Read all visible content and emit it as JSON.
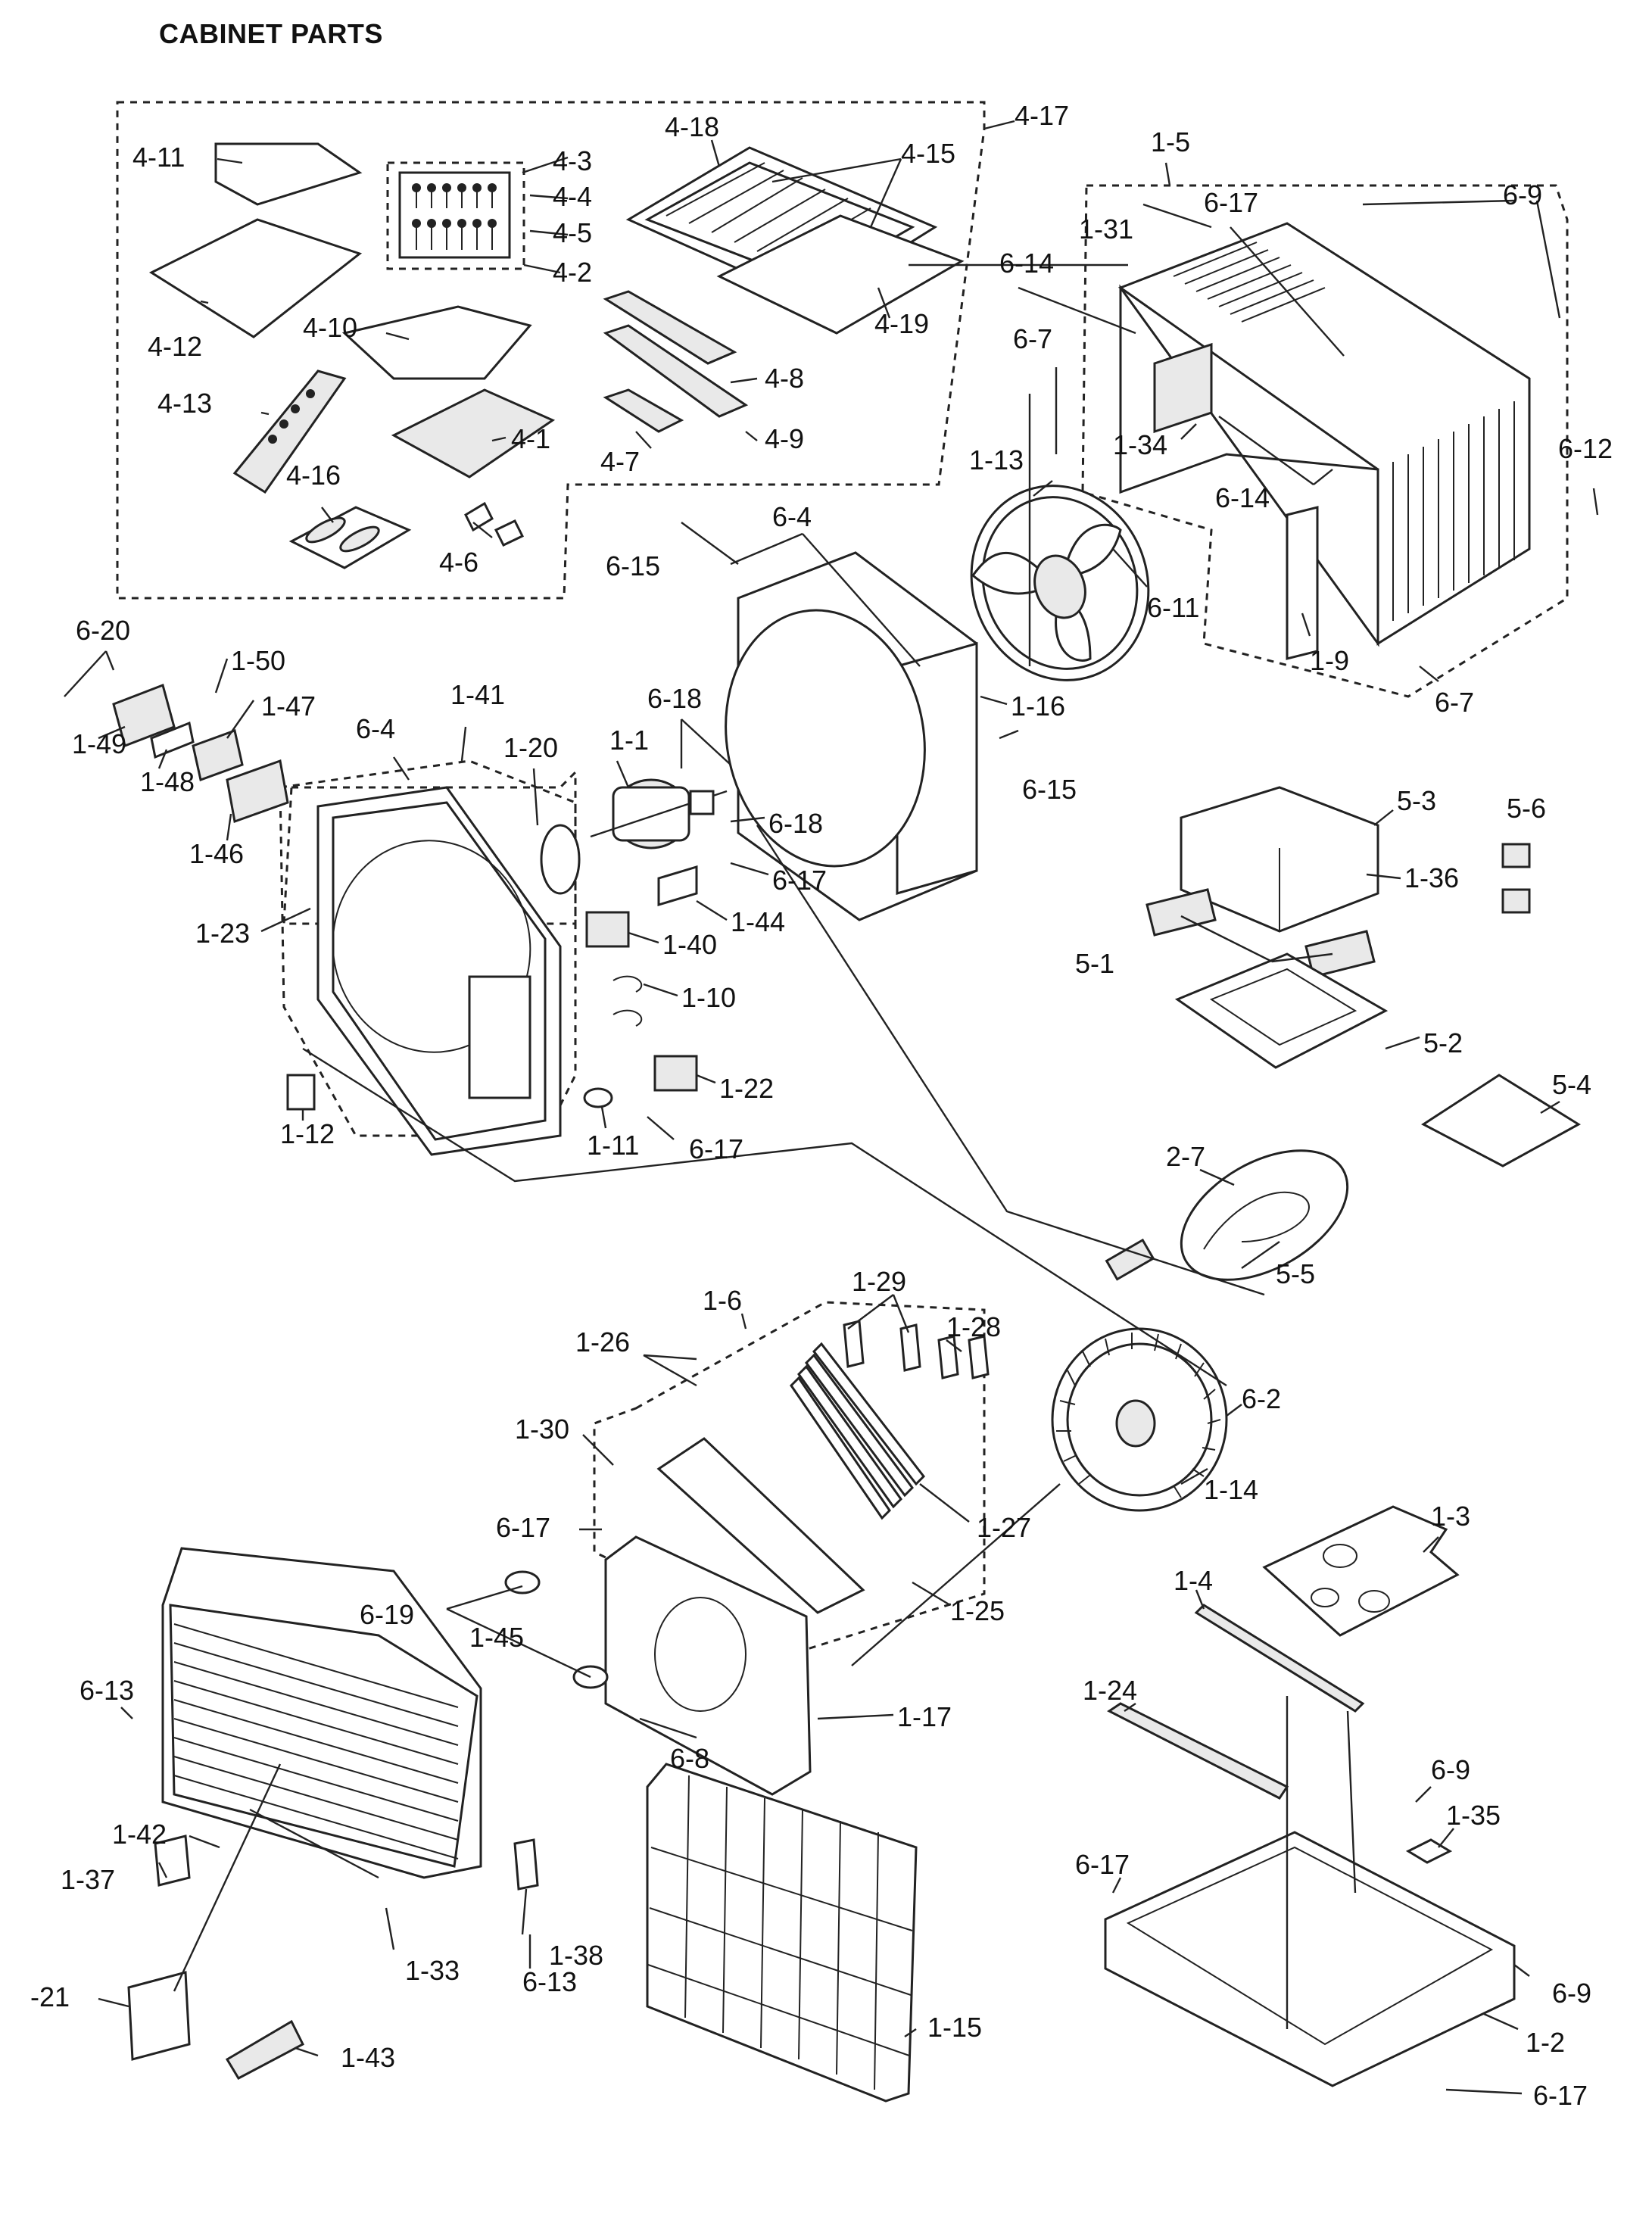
{
  "title": "CABINET PARTS",
  "labels": [
    {
      "id": "4-11",
      "text": "4-11"
    },
    {
      "id": "4-12",
      "text": "4-12"
    },
    {
      "id": "4-13",
      "text": "4-13"
    },
    {
      "id": "4-10",
      "text": "4-10"
    },
    {
      "id": "4-1",
      "text": "4-1"
    },
    {
      "id": "4-16",
      "text": "4-16"
    },
    {
      "id": "4-6",
      "text": "4-6"
    },
    {
      "id": "4-3",
      "text": "4-3"
    },
    {
      "id": "4-4",
      "text": "4-4"
    },
    {
      "id": "4-5",
      "text": "4-5"
    },
    {
      "id": "4-2",
      "text": "4-2"
    },
    {
      "id": "4-18",
      "text": "4-18"
    },
    {
      "id": "4-15",
      "text": "4-15"
    },
    {
      "id": "4-17",
      "text": "4-17"
    },
    {
      "id": "4-19",
      "text": "4-19"
    },
    {
      "id": "4-8",
      "text": "4-8"
    },
    {
      "id": "4-9",
      "text": "4-9"
    },
    {
      "id": "4-7",
      "text": "4-7"
    },
    {
      "id": "1-5",
      "text": "1-5"
    },
    {
      "id": "6-9a",
      "text": "6-9"
    },
    {
      "id": "6-17a",
      "text": "6-17"
    },
    {
      "id": "1-31",
      "text": "1-31"
    },
    {
      "id": "6-14a",
      "text": "6-14"
    },
    {
      "id": "6-7a",
      "text": "6-7"
    },
    {
      "id": "1-34",
      "text": "1-34"
    },
    {
      "id": "6-14b",
      "text": "6-14"
    },
    {
      "id": "6-12",
      "text": "6-12"
    },
    {
      "id": "1-13",
      "text": "1-13"
    },
    {
      "id": "1-9",
      "text": "1-9"
    },
    {
      "id": "6-7b",
      "text": "6-7"
    },
    {
      "id": "6-15a",
      "text": "6-15"
    },
    {
      "id": "6-4a",
      "text": "6-4"
    },
    {
      "id": "6-11",
      "text": "6-11"
    },
    {
      "id": "1-16",
      "text": "1-16"
    },
    {
      "id": "6-15b",
      "text": "6-15"
    },
    {
      "id": "6-20",
      "text": "6-20"
    },
    {
      "id": "1-50",
      "text": "1-50"
    },
    {
      "id": "1-47",
      "text": "1-47"
    },
    {
      "id": "1-49",
      "text": "1-49"
    },
    {
      "id": "1-48",
      "text": "1-48"
    },
    {
      "id": "1-46",
      "text": "1-46"
    },
    {
      "id": "1-41",
      "text": "1-41"
    },
    {
      "id": "6-4b",
      "text": "6-4"
    },
    {
      "id": "1-20",
      "text": "1-20"
    },
    {
      "id": "1-1",
      "text": "1-1"
    },
    {
      "id": "6-18a",
      "text": "6-18"
    },
    {
      "id": "6-18b",
      "text": "6-18"
    },
    {
      "id": "6-17b",
      "text": "6-17"
    },
    {
      "id": "1-44",
      "text": "1-44"
    },
    {
      "id": "1-23",
      "text": "1-23"
    },
    {
      "id": "1-40",
      "text": "1-40"
    },
    {
      "id": "1-10",
      "text": "1-10"
    },
    {
      "id": "1-22",
      "text": "1-22"
    },
    {
      "id": "1-12",
      "text": "1-12"
    },
    {
      "id": "1-11",
      "text": "1-11"
    },
    {
      "id": "6-17c",
      "text": "6-17"
    },
    {
      "id": "5-3",
      "text": "5-3"
    },
    {
      "id": "5-6",
      "text": "5-6"
    },
    {
      "id": "1-36",
      "text": "1-36"
    },
    {
      "id": "5-1",
      "text": "5-1"
    },
    {
      "id": "5-2",
      "text": "5-2"
    },
    {
      "id": "5-4",
      "text": "5-4"
    },
    {
      "id": "2-7",
      "text": "2-7"
    },
    {
      "id": "5-5",
      "text": "5-5"
    },
    {
      "id": "1-6",
      "text": "1-6"
    },
    {
      "id": "1-29",
      "text": "1-29"
    },
    {
      "id": "1-26",
      "text": "1-26"
    },
    {
      "id": "1-28",
      "text": "1-28"
    },
    {
      "id": "6-2",
      "text": "6-2"
    },
    {
      "id": "1-30",
      "text": "1-30"
    },
    {
      "id": "1-14",
      "text": "1-14"
    },
    {
      "id": "1-27",
      "text": "1-27"
    },
    {
      "id": "6-17d",
      "text": "6-17"
    },
    {
      "id": "1-25",
      "text": "1-25"
    },
    {
      "id": "1-3",
      "text": "1-3"
    },
    {
      "id": "6-19",
      "text": "6-19"
    },
    {
      "id": "1-45",
      "text": "1-45"
    },
    {
      "id": "1-4",
      "text": "1-4"
    },
    {
      "id": "6-13a",
      "text": "6-13"
    },
    {
      "id": "1-17",
      "text": "1-17"
    },
    {
      "id": "1-24",
      "text": "1-24"
    },
    {
      "id": "6-8",
      "text": "6-8"
    },
    {
      "id": "6-9b",
      "text": "6-9"
    },
    {
      "id": "1-42",
      "text": "1-42"
    },
    {
      "id": "6-17e",
      "text": "6-17"
    },
    {
      "id": "1-35",
      "text": "1-35"
    },
    {
      "id": "1-37",
      "text": "1-37"
    },
    {
      "id": "1-38",
      "text": "1-38"
    },
    {
      "id": "6-9c",
      "text": "6-9"
    },
    {
      "id": "21",
      "text": "-21"
    },
    {
      "id": "1-33",
      "text": "1-33"
    },
    {
      "id": "6-13b",
      "text": "6-13"
    },
    {
      "id": "1-15",
      "text": "1-15"
    },
    {
      "id": "1-2",
      "text": "1-2"
    },
    {
      "id": "1-43",
      "text": "1-43"
    },
    {
      "id": "6-17f",
      "text": "6-17"
    }
  ]
}
